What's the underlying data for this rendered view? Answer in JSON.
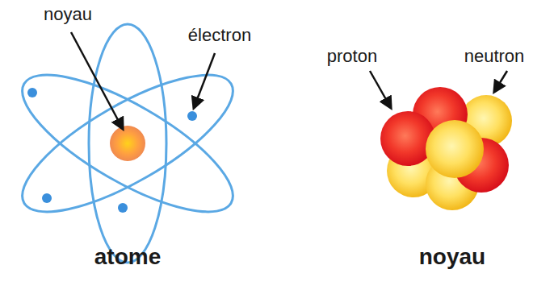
{
  "diagram": {
    "labels": [
      "noyau",
      "électron",
      "proton",
      "neutron",
      "atome",
      "noyau"
    ]
  }
}
